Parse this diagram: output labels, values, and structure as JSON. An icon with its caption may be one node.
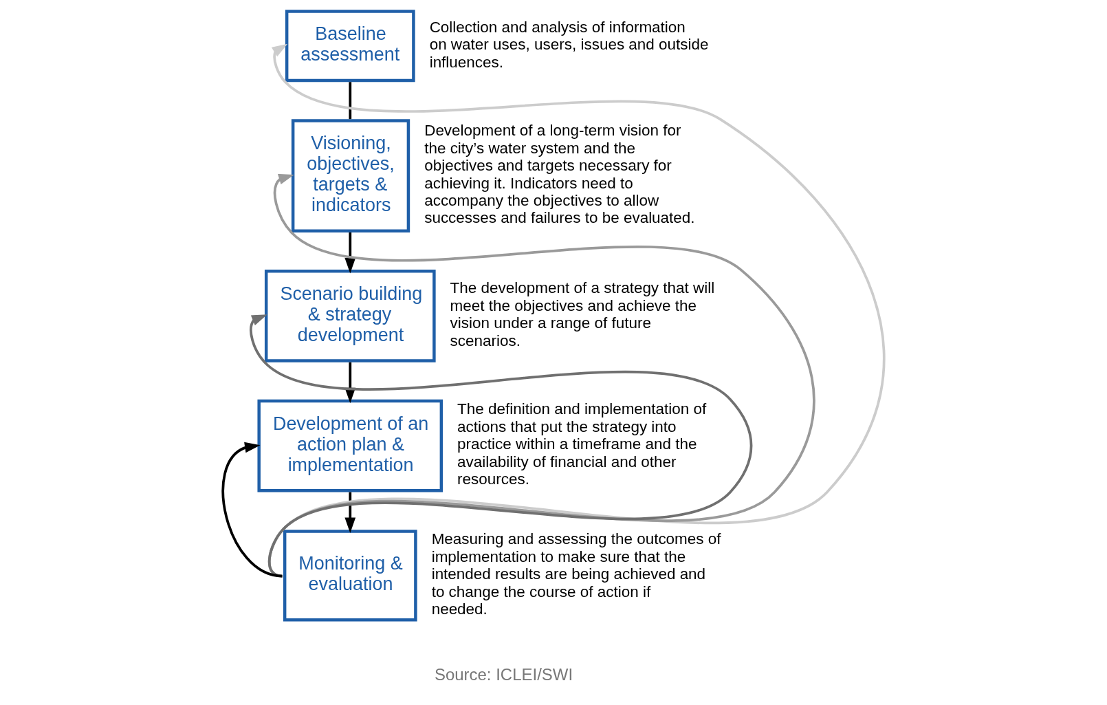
{
  "diagram": {
    "nodes": [
      {
        "text": [
          "Baseline assessment"
        ],
        "beside": [
          "Collection and analysis of information on water uses, users, issues and outside influences."
        ]
      },
      {
        "text": [
          "Visioning, objectives, targets & indicators"
        ],
        "beside": [
          "Development of a long-term vision for the city’s water system and the objectives and targets necessary for achieving it. Indicators need to accompany the objectives to allow successes and failures to be evaluated."
        ]
      },
      {
        "text": [
          "Scenario building & strategy development"
        ],
        "beside": [
          "The development of a strategy that will meet the objectives and achieve the vision under a range of future scenarios."
        ]
      },
      {
        "text": [
          "Development of an action plan & implementation"
        ],
        "beside": [
          "The definition and implementation of actions that put the strategy into practice within a timeframe and the availability of financial and other resources."
        ]
      },
      {
        "text": [
          "Monitoring & evaluation"
        ],
        "beside": [
          "Measuring and assessing the outcomes of implementation to make sure that the intended results are being achieved and to change the course of action if needed."
        ]
      }
    ],
    "edges": [
      {
        "from": 0,
        "to": 1,
        "arrow": "none"
      },
      {
        "from": 1,
        "to": 2,
        "arrow": "to"
      },
      {
        "from": 2,
        "to": 3,
        "arrow": "to"
      },
      {
        "from": 3,
        "to": 4,
        "arrow": "to"
      },
      {
        "from": 4,
        "to": 3,
        "arrow": "to"
      },
      {
        "from": 4,
        "to": 2,
        "arrow": "to",
        "color": "#707070"
      },
      {
        "from": 4,
        "to": 1,
        "arrow": "to",
        "color": "#9a9a9a"
      },
      {
        "from": 4,
        "to": 0,
        "arrow": "to",
        "color": "#cccccc"
      }
    ],
    "labels": [
      "Source: ICLEI/SWI"
    ]
  }
}
